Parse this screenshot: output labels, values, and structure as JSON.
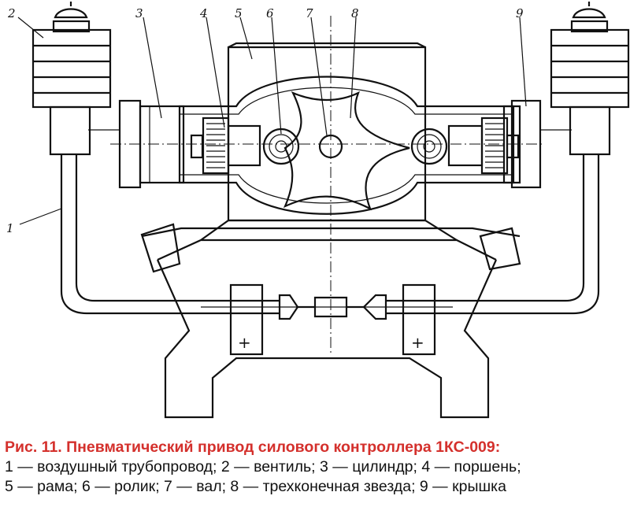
{
  "figure": {
    "callouts": [
      {
        "num": "1"
      },
      {
        "num": "2"
      },
      {
        "num": "3"
      },
      {
        "num": "4"
      },
      {
        "num": "5"
      },
      {
        "num": "6"
      },
      {
        "num": "7"
      },
      {
        "num": "8"
      },
      {
        "num": "9"
      }
    ],
    "plus_sign": "+"
  },
  "caption": {
    "title": "Рис. 11. Пневматический привод силового контроллера 1КС-009:",
    "lines": [
      "1 — воздушный трубопровод; 2 — вентиль; 3 — цилиндр; 4 — поршень;",
      "5 — рама; 6 — ролик; 7 — вал; 8 — трехконечная звезда; 9 — крышка"
    ]
  }
}
